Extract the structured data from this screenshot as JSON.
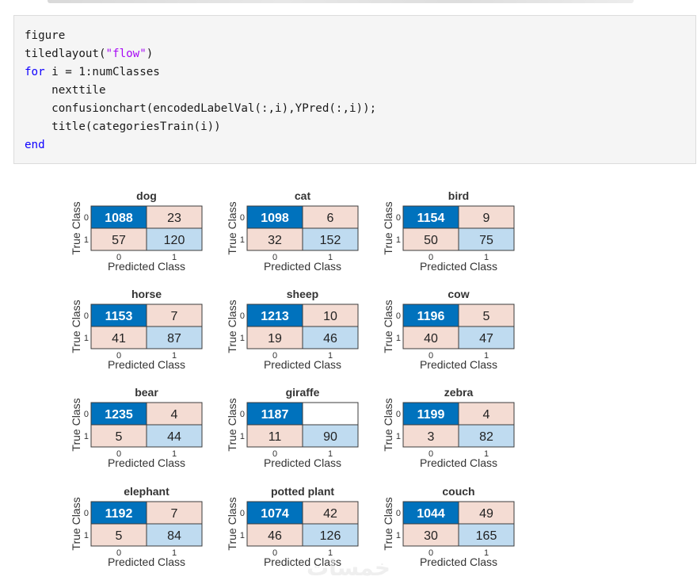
{
  "code": {
    "lines": [
      [
        {
          "t": "figure",
          "c": ""
        }
      ],
      [
        {
          "t": "tiledlayout(",
          "c": ""
        },
        {
          "t": "\"flow\"",
          "c": "str"
        },
        {
          "t": ")",
          "c": ""
        }
      ],
      [
        {
          "t": "for",
          "c": "kw"
        },
        {
          "t": " i = 1:numClasses",
          "c": ""
        }
      ],
      [
        {
          "t": "    nexttile",
          "c": ""
        }
      ],
      [
        {
          "t": "    confusionchart(encodedLabelVal(:,i),YPred(:,i));",
          "c": ""
        }
      ],
      [
        {
          "t": "    title(categoriesTrain(i))",
          "c": ""
        }
      ],
      [
        {
          "t": "end",
          "c": "kw"
        }
      ]
    ]
  },
  "colors": {
    "diag_strong": "#0072bd",
    "diag_light": "#bfdbf0",
    "offdiag": "#f4dcd3",
    "zero_cell": "#ffffff",
    "border": "#3b3b3b"
  },
  "watermark": "خمسات",
  "chart_data": [
    {
      "type": "heatmap",
      "title": "dog",
      "xlabel": "Predicted Class",
      "ylabel": "True Class",
      "x_ticks": [
        "0",
        "1"
      ],
      "y_ticks": [
        "0",
        "1"
      ],
      "matrix": [
        [
          1088,
          23
        ],
        [
          57,
          120
        ]
      ]
    },
    {
      "type": "heatmap",
      "title": "cat",
      "xlabel": "Predicted Class",
      "ylabel": "True Class",
      "x_ticks": [
        "0",
        "1"
      ],
      "y_ticks": [
        "0",
        "1"
      ],
      "matrix": [
        [
          1098,
          6
        ],
        [
          32,
          152
        ]
      ]
    },
    {
      "type": "heatmap",
      "title": "bird",
      "xlabel": "Predicted Class",
      "ylabel": "True Class",
      "x_ticks": [
        "0",
        "1"
      ],
      "y_ticks": [
        "0",
        "1"
      ],
      "matrix": [
        [
          1154,
          9
        ],
        [
          50,
          75
        ]
      ]
    },
    {
      "type": "heatmap",
      "title": "horse",
      "xlabel": "Predicted Class",
      "ylabel": "True Class",
      "x_ticks": [
        "0",
        "1"
      ],
      "y_ticks": [
        "0",
        "1"
      ],
      "matrix": [
        [
          1153,
          7
        ],
        [
          41,
          87
        ]
      ]
    },
    {
      "type": "heatmap",
      "title": "sheep",
      "xlabel": "Predicted Class",
      "ylabel": "True Class",
      "x_ticks": [
        "0",
        "1"
      ],
      "y_ticks": [
        "0",
        "1"
      ],
      "matrix": [
        [
          1213,
          10
        ],
        [
          19,
          46
        ]
      ]
    },
    {
      "type": "heatmap",
      "title": "cow",
      "xlabel": "Predicted Class",
      "ylabel": "True Class",
      "x_ticks": [
        "0",
        "1"
      ],
      "y_ticks": [
        "0",
        "1"
      ],
      "matrix": [
        [
          1196,
          5
        ],
        [
          40,
          47
        ]
      ]
    },
    {
      "type": "heatmap",
      "title": "bear",
      "xlabel": "Predicted Class",
      "ylabel": "True Class",
      "x_ticks": [
        "0",
        "1"
      ],
      "y_ticks": [
        "0",
        "1"
      ],
      "matrix": [
        [
          1235,
          4
        ],
        [
          5,
          44
        ]
      ]
    },
    {
      "type": "heatmap",
      "title": "giraffe",
      "xlabel": "Predicted Class",
      "ylabel": "True Class",
      "x_ticks": [
        "0",
        "1"
      ],
      "y_ticks": [
        "0",
        "1"
      ],
      "matrix": [
        [
          1187,
          0
        ],
        [
          11,
          90
        ]
      ]
    },
    {
      "type": "heatmap",
      "title": "zebra",
      "xlabel": "Predicted Class",
      "ylabel": "True Class",
      "x_ticks": [
        "0",
        "1"
      ],
      "y_ticks": [
        "0",
        "1"
      ],
      "matrix": [
        [
          1199,
          4
        ],
        [
          3,
          82
        ]
      ]
    },
    {
      "type": "heatmap",
      "title": "elephant",
      "xlabel": "Predicted Class",
      "ylabel": "True Class",
      "x_ticks": [
        "0",
        "1"
      ],
      "y_ticks": [
        "0",
        "1"
      ],
      "matrix": [
        [
          1192,
          7
        ],
        [
          5,
          84
        ]
      ]
    },
    {
      "type": "heatmap",
      "title": "potted plant",
      "xlabel": "Predicted Class",
      "ylabel": "True Class",
      "x_ticks": [
        "0",
        "1"
      ],
      "y_ticks": [
        "0",
        "1"
      ],
      "matrix": [
        [
          1074,
          42
        ],
        [
          46,
          126
        ]
      ]
    },
    {
      "type": "heatmap",
      "title": "couch",
      "xlabel": "Predicted Class",
      "ylabel": "True Class",
      "x_ticks": [
        "0",
        "1"
      ],
      "y_ticks": [
        "0",
        "1"
      ],
      "matrix": [
        [
          1044,
          49
        ],
        [
          30,
          165
        ]
      ]
    }
  ]
}
